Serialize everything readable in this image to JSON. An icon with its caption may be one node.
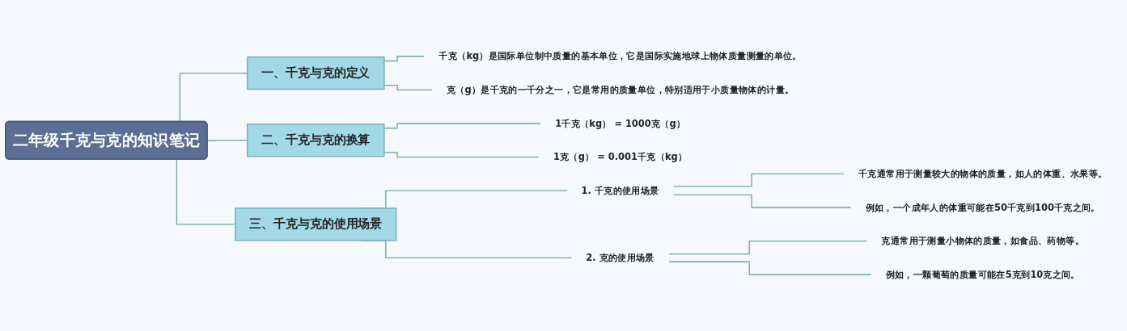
{
  "diagram": {
    "nodes": [
      {
        "text": [
          "二年级千克与克的知识笔记"
        ]
      },
      {
        "text": [
          "一、千克与克的定义"
        ]
      },
      {
        "text": [
          "千克（kg）是国际单位制中质量的基本单位，它是国际实施地球上物体质量测量的单位。"
        ]
      },
      {
        "text": [
          "克（g）是千克的一千分之一，它是常用的质量单位，特别适用于小质量物体的计量。"
        ]
      },
      {
        "text": [
          "二、千克与克的换算"
        ]
      },
      {
        "text": [
          "1千克（kg） = 1000克（g）"
        ]
      },
      {
        "text": [
          "1克（g） = 0.001千克（kg）"
        ]
      },
      {
        "text": [
          "三、千克与克的使用场景"
        ]
      },
      {
        "text": [
          "1. 千克的使用场景"
        ]
      },
      {
        "text": [
          "千克通常用于测量较大的物体的质量，如人的体重、水果等。"
        ]
      },
      {
        "text": [
          "例如，一个成年人的体重可能在50千克到100千克之间。"
        ]
      },
      {
        "text": [
          "2. 克的使用场景"
        ]
      },
      {
        "text": [
          "克通常用于测量小物体的质量，如食品、药物等。"
        ]
      },
      {
        "text": [
          "例如，一颗葡萄的质量可能在5克到10克之间。"
        ]
      }
    ],
    "edges": [
      {
        "from": 0,
        "to": 1,
        "arrow": "none"
      },
      {
        "from": 0,
        "to": 4,
        "arrow": "none"
      },
      {
        "from": 0,
        "to": 7,
        "arrow": "none"
      },
      {
        "from": 1,
        "to": 2,
        "arrow": "none"
      },
      {
        "from": 1,
        "to": 3,
        "arrow": "none"
      },
      {
        "from": 4,
        "to": 5,
        "arrow": "none"
      },
      {
        "from": 4,
        "to": 6,
        "arrow": "none"
      },
      {
        "from": 7,
        "to": 8,
        "arrow": "none"
      },
      {
        "from": 7,
        "to": 11,
        "arrow": "none"
      },
      {
        "from": 8,
        "to": 9,
        "arrow": "none"
      },
      {
        "from": 8,
        "to": 10,
        "arrow": "none"
      },
      {
        "from": 11,
        "to": 12,
        "arrow": "none"
      },
      {
        "from": 11,
        "to": 13,
        "arrow": "none"
      }
    ]
  }
}
